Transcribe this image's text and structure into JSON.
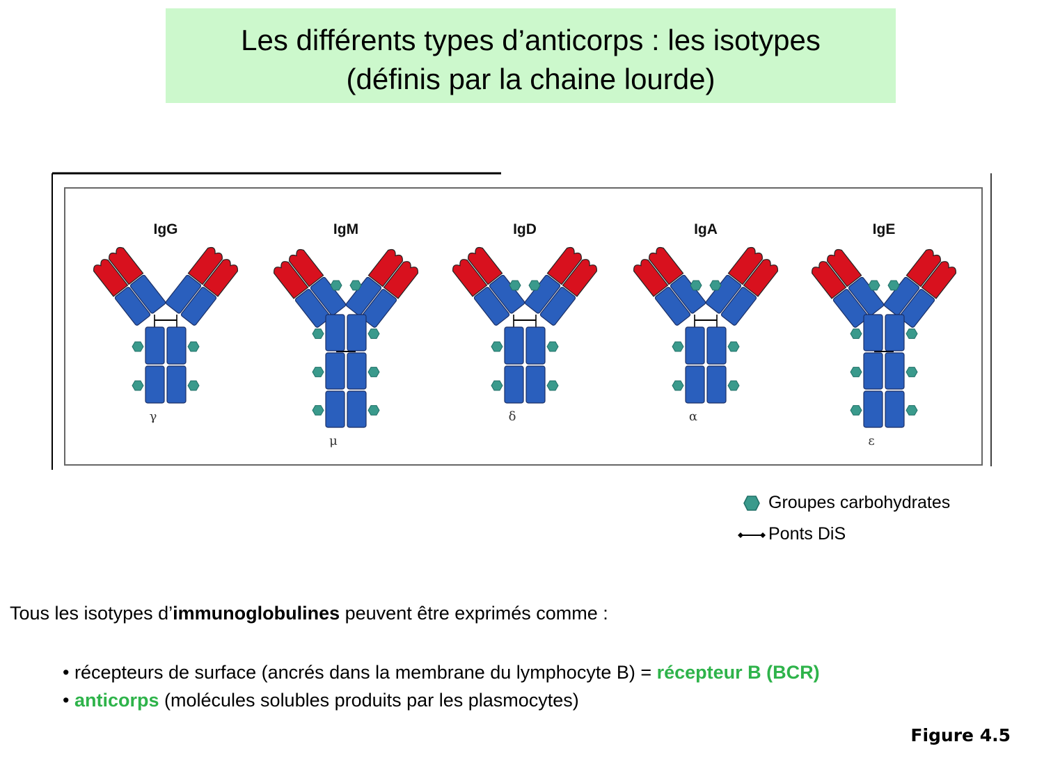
{
  "title": {
    "line1": "Les différents types d’anticorps : les isotypes",
    "line2": "(définis par la chaine lourde)"
  },
  "colors": {
    "title_bg": "#ccf8cc",
    "variable_domain": "#d8111e",
    "constant_domain": "#2a5fbd",
    "carbohydrate": "#3a9a8c",
    "accent_green": "#2eb34a"
  },
  "isotypes": [
    {
      "name": "IgG",
      "heavy_chain": "γ",
      "heavy_constant_domains": 3,
      "hinge": true
    },
    {
      "name": "IgM",
      "heavy_chain": "μ",
      "heavy_constant_domains": 4,
      "hinge": false
    },
    {
      "name": "IgD",
      "heavy_chain": "δ",
      "heavy_constant_domains": 3,
      "hinge": true
    },
    {
      "name": "IgA",
      "heavy_chain": "α",
      "heavy_constant_domains": 3,
      "hinge": true
    },
    {
      "name": "IgE",
      "heavy_chain": "ε",
      "heavy_constant_domains": 4,
      "hinge": false
    }
  ],
  "legend": {
    "carbohydrate_label": "Groupes carbohydrates",
    "disulfide_label": "Ponts DiS"
  },
  "body": {
    "intro_before": "Tous les isotypes d’",
    "intro_bold": "immunoglobulines",
    "intro_after": " peuvent être exprimés comme :",
    "bullet1_before": "• récepteurs de surface (ancrés dans la membrane du lymphocyte B) = ",
    "bullet1_highlight": "récepteur B (BCR)",
    "bullet2_before": "• ",
    "bullet2_highlight": "anticorps",
    "bullet2_after": " (molécules solubles produits par les plasmocytes)"
  },
  "figure_ref": "Figure 4.5"
}
